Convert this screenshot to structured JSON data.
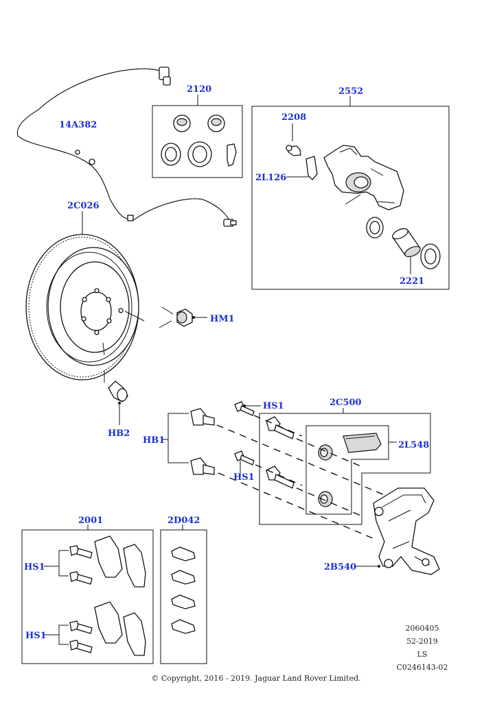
{
  "colors": {
    "label": "#1a2fd6",
    "line": "#111111"
  },
  "callouts": {
    "sensor": "14A382",
    "rubber_kit": "2120",
    "caliper": "2552",
    "bleed_screw": "2208",
    "clip": "2L126",
    "piston": "2221",
    "disc": "2C026",
    "hub_nut": "HM1",
    "disc_bolt": "HB2",
    "caliper_assy": "2C500",
    "pad_wear": "2L548",
    "hs1_top": "HS1",
    "hs1_mid": "HS1",
    "hb1": "HB1",
    "carrier": "2B540",
    "pad_kit": "2001",
    "hardware_kit": "2D042",
    "hs1_pad_upper": "HS1",
    "hs1_pad_lower": "HS1"
  },
  "footer": {
    "ref_lines": [
      "2060405",
      "52-2019",
      "LS",
      "C0246143-02"
    ],
    "copyright": "© Copyright, 2016 - 2019. Jaguar Land Rover Limited."
  }
}
